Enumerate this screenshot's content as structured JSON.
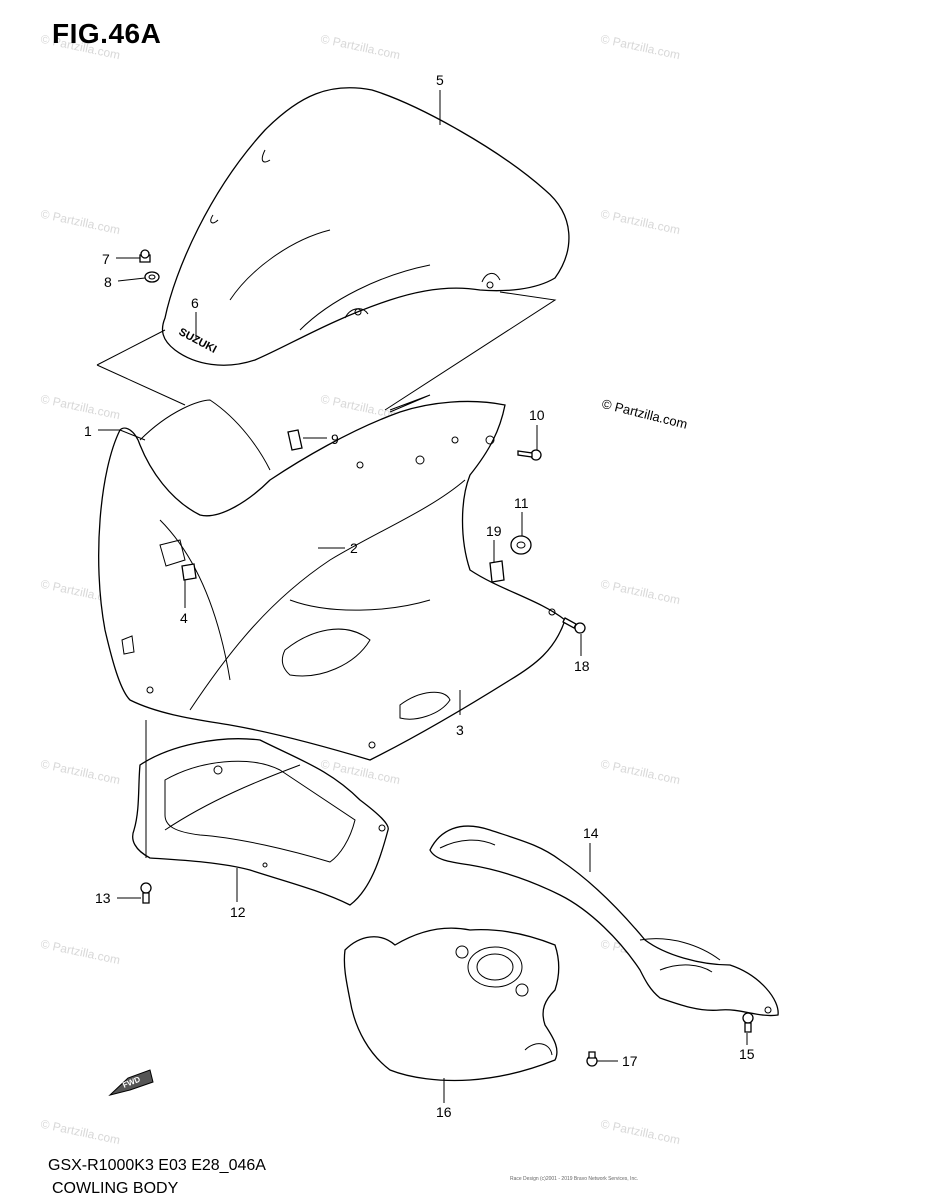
{
  "figure_title": "FIG.46A",
  "footer_code": "GSX-R1000K3 E03 E28_046A",
  "footer_name": "COWLING BODY",
  "copyright": "© Partzilla.com",
  "watermark": "© Partzilla.com",
  "small_print": "Race Design (c)2001 - 2019 Bravo Network Services, Inc.",
  "logo_text": "SUZUKI",
  "fwd_text": "FWD",
  "callouts": [
    {
      "id": "1",
      "label": "1"
    },
    {
      "id": "2",
      "label": "2"
    },
    {
      "id": "3",
      "label": "3"
    },
    {
      "id": "4",
      "label": "4"
    },
    {
      "id": "5",
      "label": "5"
    },
    {
      "id": "6",
      "label": "6"
    },
    {
      "id": "7",
      "label": "7"
    },
    {
      "id": "8",
      "label": "8"
    },
    {
      "id": "9",
      "label": "9"
    },
    {
      "id": "10",
      "label": "10"
    },
    {
      "id": "11",
      "label": "11"
    },
    {
      "id": "12",
      "label": "12"
    },
    {
      "id": "13",
      "label": "13"
    },
    {
      "id": "14",
      "label": "14"
    },
    {
      "id": "15",
      "label": "15"
    },
    {
      "id": "16",
      "label": "16"
    },
    {
      "id": "17",
      "label": "17"
    },
    {
      "id": "18",
      "label": "18"
    },
    {
      "id": "19",
      "label": "19"
    }
  ]
}
